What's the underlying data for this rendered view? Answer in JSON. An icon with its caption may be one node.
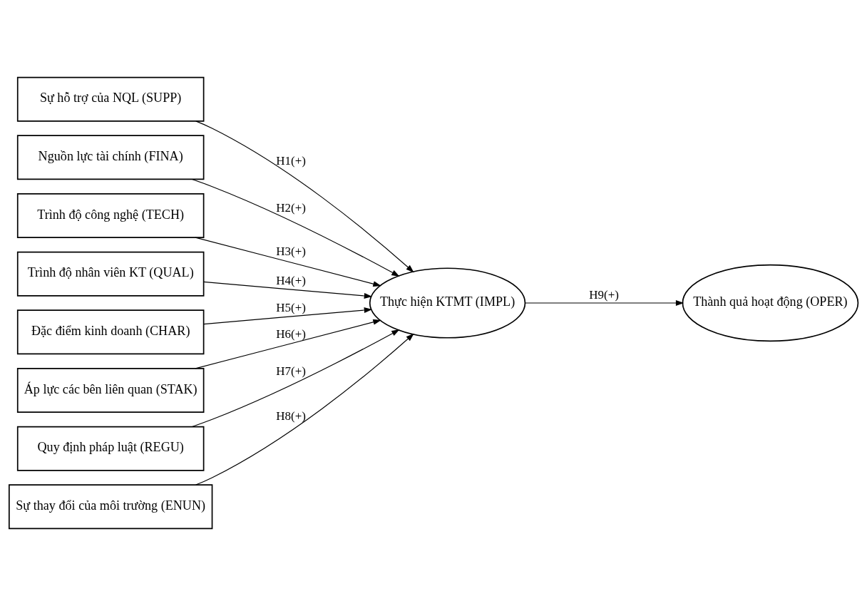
{
  "diagram": {
    "nodes": [
      {
        "text": [
          "Sự hỗ trợ của NQL (SUPP)"
        ]
      },
      {
        "text": [
          "Nguồn lực tài chính (FINA)"
        ]
      },
      {
        "text": [
          "Trình độ công nghệ (TECH)"
        ]
      },
      {
        "text": [
          "Trình độ nhân viên KT (QUAL)"
        ]
      },
      {
        "text": [
          "Đặc điểm kinh doanh (CHAR)"
        ]
      },
      {
        "text": [
          "Áp lực các bên liên quan (STAK)"
        ]
      },
      {
        "text": [
          "Quy định pháp luật (REGU)"
        ]
      },
      {
        "text": [
          "Sự thay đổi của môi trường (ENUN)"
        ]
      },
      {
        "text": [
          "Thực hiện KTMT (IMPL)"
        ]
      },
      {
        "text": [
          "Thành quả hoạt động (OPER)"
        ]
      }
    ],
    "edges": [
      {
        "from": 0,
        "to": 8,
        "arrow": "to",
        "label": "H1(+)"
      },
      {
        "from": 1,
        "to": 8,
        "arrow": "to",
        "label": "H2(+)"
      },
      {
        "from": 2,
        "to": 8,
        "arrow": "to",
        "label": "H3(+)"
      },
      {
        "from": 3,
        "to": 8,
        "arrow": "to",
        "label": "H4(+)"
      },
      {
        "from": 4,
        "to": 8,
        "arrow": "to",
        "label": "H5(+)"
      },
      {
        "from": 5,
        "to": 8,
        "arrow": "to",
        "label": "H6(+)"
      },
      {
        "from": 6,
        "to": 8,
        "arrow": "to",
        "label": "H7(+)"
      },
      {
        "from": 7,
        "to": 8,
        "arrow": "to",
        "label": "H8(+)"
      },
      {
        "from": 8,
        "to": 9,
        "arrow": "to",
        "label": "H9(+)"
      }
    ]
  }
}
